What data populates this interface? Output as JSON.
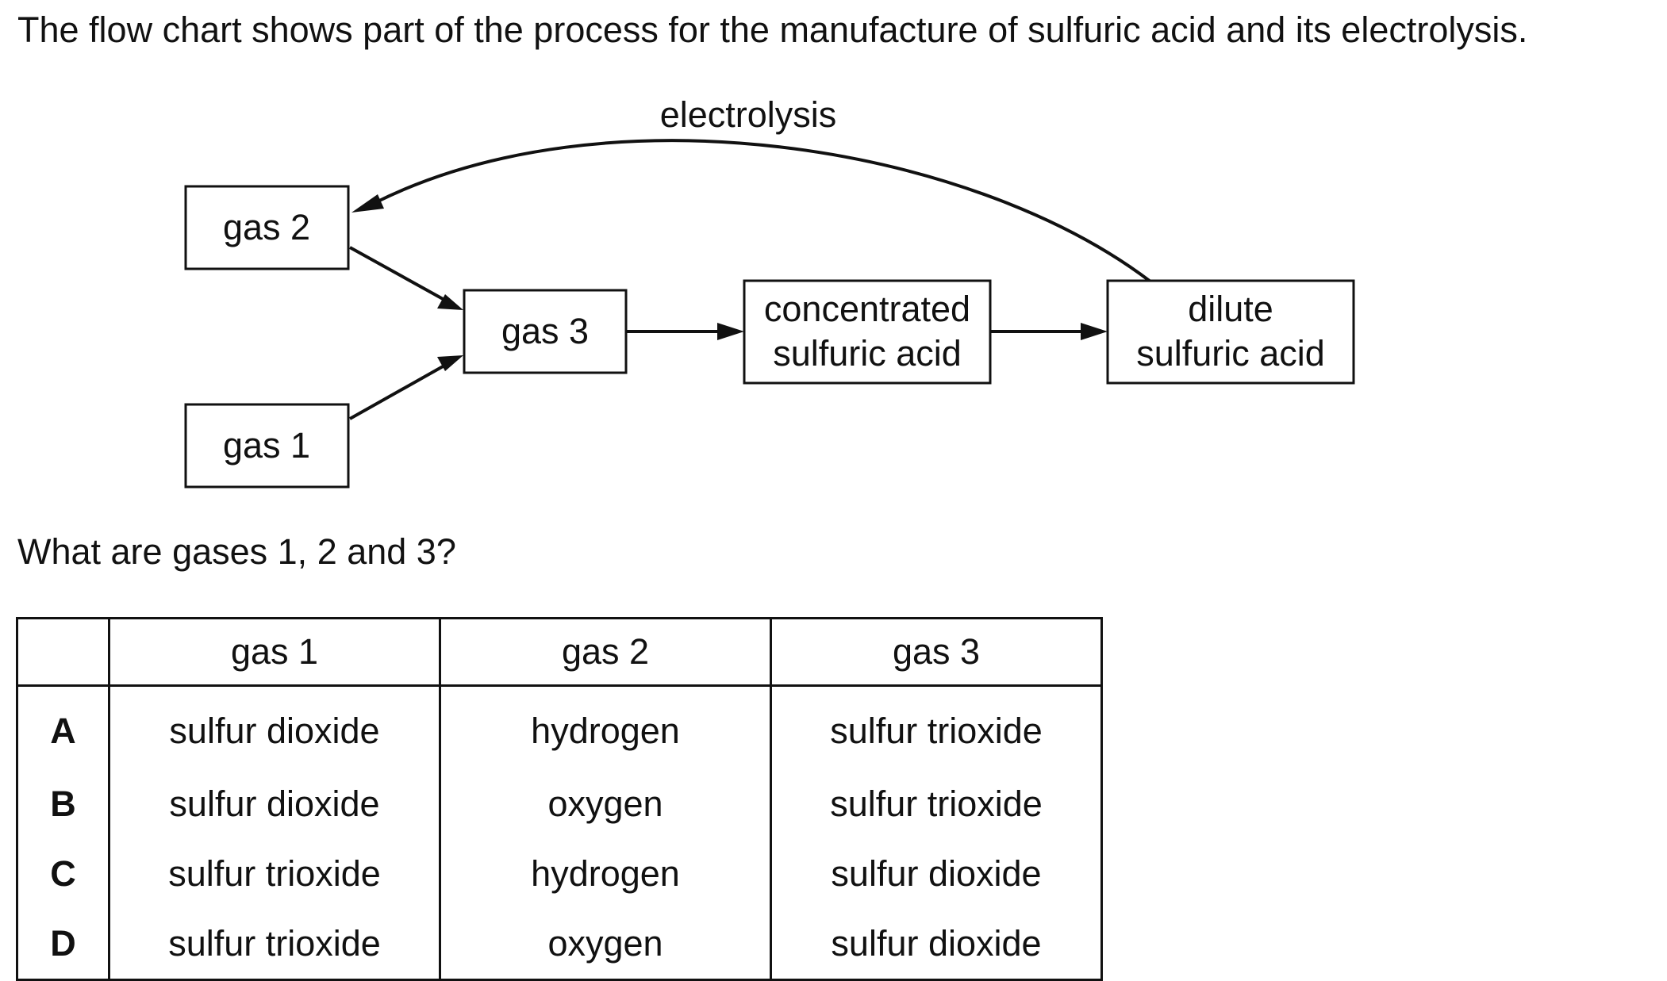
{
  "intro": "The flow chart shows part of the process for the manufacture of sulfuric acid and its electrolysis.",
  "diagram": {
    "electrolysis_label": "electrolysis",
    "gas2": "gas 2",
    "gas1": "gas 1",
    "gas3": "gas 3",
    "concentrated_line1": "concentrated",
    "concentrated_line2": "sulfuric acid",
    "dilute_line1": "dilute",
    "dilute_line2": "sulfuric acid"
  },
  "question": "What are gases 1, 2 and 3?",
  "table": {
    "headers": [
      "",
      "gas 1",
      "gas 2",
      "gas 3"
    ],
    "rows": [
      {
        "letter": "A",
        "gas1": "sulfur dioxide",
        "gas2": "hydrogen",
        "gas3": "sulfur trioxide"
      },
      {
        "letter": "B",
        "gas1": "sulfur dioxide",
        "gas2": "oxygen",
        "gas3": "sulfur trioxide"
      },
      {
        "letter": "C",
        "gas1": "sulfur trioxide",
        "gas2": "hydrogen",
        "gas3": "sulfur dioxide"
      },
      {
        "letter": "D",
        "gas1": "sulfur trioxide",
        "gas2": "oxygen",
        "gas3": "sulfur dioxide"
      }
    ]
  }
}
